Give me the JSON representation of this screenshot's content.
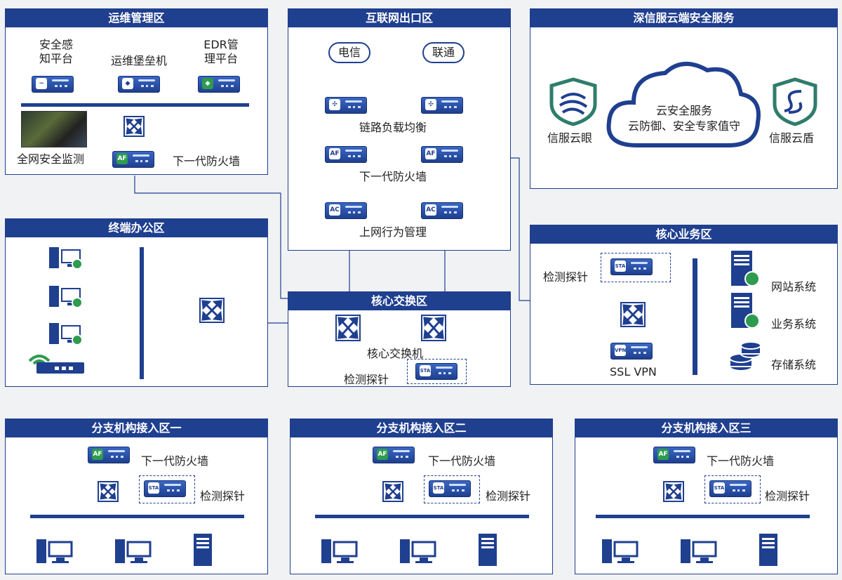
{
  "zones": {
    "ops": {
      "title": "运维管理区",
      "sensor": "安全感\n知平台",
      "sensor_l1": "安全感",
      "sensor_l2": "知平台",
      "bastion": "运维堡垒机",
      "edr_l1": "EDR管",
      "edr_l2": "理平台",
      "monitor": "全网安全监测",
      "firewall": "下一代防火墙"
    },
    "internet": {
      "title": "互联网出口区",
      "isp1": "电信",
      "isp2": "联通",
      "lb": "链路负载均衡",
      "fw": "下一代防火墙",
      "ac": "上网行为管理"
    },
    "cloud": {
      "title": "深信服云端安全服务",
      "center_l1": "云安全服务",
      "center_l2": "云防御、安全专家值守",
      "left": "信服云眼",
      "right": "信服云盾"
    },
    "office": {
      "title": "终端办公区"
    },
    "core": {
      "title": "核心交换区",
      "switch": "核心交换机",
      "probe": "检测探针"
    },
    "business": {
      "title": "核心业务区",
      "probe": "检测探针",
      "vpn": "SSL VPN",
      "web": "网站系统",
      "biz": "业务系统",
      "storage": "存储系统"
    },
    "branches": [
      {
        "title": "分支机构接入区一",
        "fw": "下一代防火墙",
        "probe": "检测探针"
      },
      {
        "title": "分支机构接入区二",
        "fw": "下一代防火墙",
        "probe": "检测探针"
      },
      {
        "title": "分支机构接入区三",
        "fw": "下一代防火墙",
        "probe": "检测探针"
      }
    ]
  },
  "icons": {
    "device_badges": [
      "AF",
      "AC",
      "STA",
      "VPN"
    ]
  },
  "colors": {
    "primary": "#1f3f8f",
    "accent_green": "#2e9b4f",
    "background": "#f1f2f4"
  }
}
